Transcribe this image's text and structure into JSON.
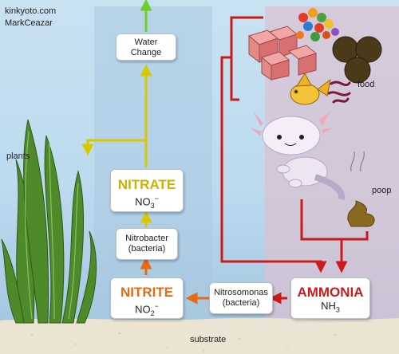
{
  "credits": {
    "line1": "kinkyoto.com",
    "line2": "MarkCeazar"
  },
  "labels": {
    "plants": "plants",
    "food": "food",
    "poop": "poop",
    "substrate": "substrate"
  },
  "nodes": {
    "water_change": {
      "line1": "Water",
      "line2": "Change"
    },
    "nitrate": {
      "name": "NITRATE",
      "formula_base": "NO",
      "formula_sub": "3",
      "formula_sup": "−"
    },
    "nitrobacter": {
      "line1": "Nitrobacter",
      "line2": "(bacteria)"
    },
    "nitrite": {
      "name": "NITRITE",
      "formula_base": "NO",
      "formula_sub": "2",
      "formula_sup": "−"
    },
    "nitrosomonas": {
      "line1": "Nitrosomonas",
      "line2": "(bacteria)"
    },
    "ammonia": {
      "name": "AMMONIA",
      "formula_base": "NH",
      "formula_sub": "3"
    }
  },
  "colors": {
    "water_top": "#c9e2f2",
    "panel_blue": "#a9c8e0",
    "panel_pink": "#dcc0d0",
    "nitrate": "#c8b400",
    "nitrite": "#e86a10",
    "ammonia": "#cc1a1a",
    "arrow_yellow": "#d8c800",
    "arrow_green": "#6fcf2a",
    "arrow_red": "#cc1a1a",
    "plant": "#4f8a2a",
    "sand": "#ece4d2"
  }
}
